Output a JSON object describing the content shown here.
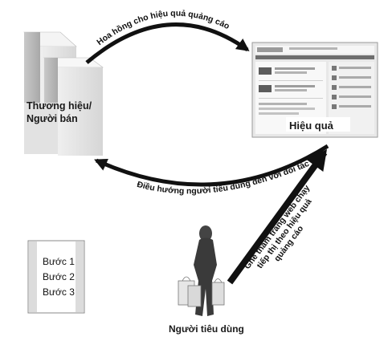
{
  "seller": {
    "label_line1": "Thương hiệu/",
    "label_line2": "Người bán"
  },
  "website": {
    "label": "Hiệu quả"
  },
  "consumer": {
    "label": "Người tiêu dùng"
  },
  "arrows": {
    "top": "Hoa hồng cho hiệu quả quảng cáo",
    "bottom": "Điều hướng người tiêu dùng đến với đối tác",
    "diagonal_line1": "Ghé thăm trang web chạy",
    "diagonal_line2": "tiếp thị theo hiệu quả",
    "diagonal_line3": "quảng cáo"
  },
  "steps": [
    "Bước 1",
    "Bước 2",
    "Bước 3"
  ]
}
